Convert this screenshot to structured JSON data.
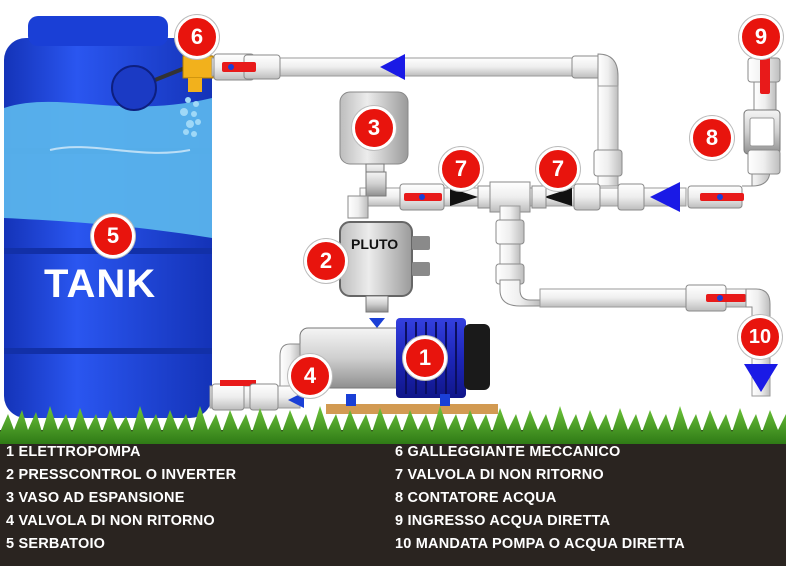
{
  "diagram": {
    "tank_label": "TANK",
    "controller_brand": "PLUTO",
    "markers": [
      "1",
      "2",
      "3",
      "4",
      "5",
      "6",
      "7",
      "7",
      "8",
      "9",
      "10"
    ]
  },
  "legend": {
    "left": [
      "1 ELETTROPOMPA",
      "2 PRESSCONTROL O INVERTER",
      "3 VASO AD ESPANSIONE",
      "4 VALVOLA DI NON RITORNO",
      "5 SERBATOIO"
    ],
    "right": [
      "6 GALLEGGIANTE MECCANICO",
      "7 VALVOLA DI NON RITORNO",
      "8 CONTATORE ACQUA",
      "9 INGRESSO ACQUA DIRETTA",
      "10 MANDATA POMPA O ACQUA DIRETTA"
    ]
  },
  "colors": {
    "tank_blue": "#1a3fd6",
    "water_blue": "#5ab4ec",
    "marker_red": "#e8140d",
    "pipe_white": "#f2f2f2",
    "flow_arrow_blue": "#1a1ae6",
    "grass_green": "#3c8a1e",
    "soil_dark": "#2a2420"
  }
}
